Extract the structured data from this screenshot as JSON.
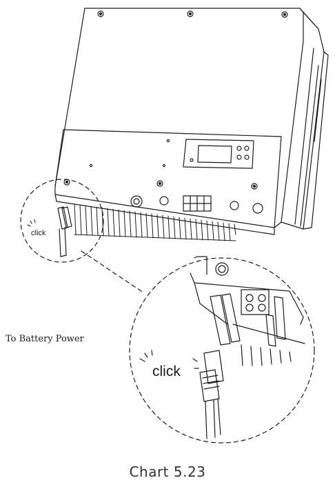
{
  "labels": {
    "side": "To Battery Power",
    "click_small": "click",
    "click_big": "click",
    "caption": "Chart 5.23"
  },
  "colors": {
    "line": "#1a1a1a",
    "background": "#ffffff"
  }
}
